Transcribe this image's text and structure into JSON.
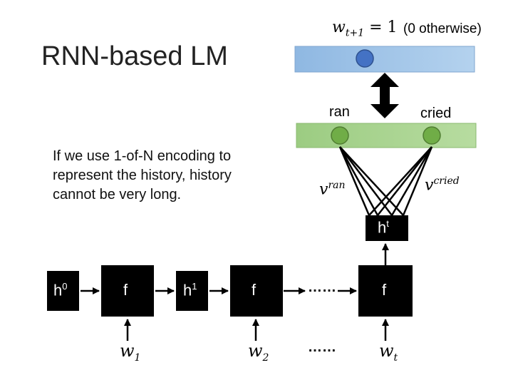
{
  "title": "RNN-based LM",
  "note": "If we use 1-of-N encoding to represent the history, history cannot be very long.",
  "output": {
    "w_symbol": "w",
    "w_sub": "t+1",
    "w_eq": "= 1",
    "otherwise": "(0 otherwise)"
  },
  "vocab": {
    "ran": "ran",
    "cried": "cried",
    "v_ran": "v",
    "v_ran_sup": "ran",
    "v_cried": "v",
    "v_cried_sup": "cried"
  },
  "ht": {
    "h": "h",
    "sup": "t"
  },
  "h0": {
    "h": "h",
    "sup": "0"
  },
  "h1": {
    "h": "h",
    "sup": "1"
  },
  "f1": "f",
  "f2": "f",
  "f3": "f",
  "dots_mid": "……",
  "dots_bottom": "……",
  "w1": {
    "w": "w",
    "sub": "1"
  },
  "w2": {
    "w": "w",
    "sub": "2"
  },
  "wt": {
    "w": "w",
    "sub": "t"
  },
  "colors": {
    "blue_bar": "#9dc3e6",
    "blue_node": "#4472c4",
    "green_bar": "#a9d18e",
    "green_node": "#70ad47",
    "box": "#000000"
  }
}
